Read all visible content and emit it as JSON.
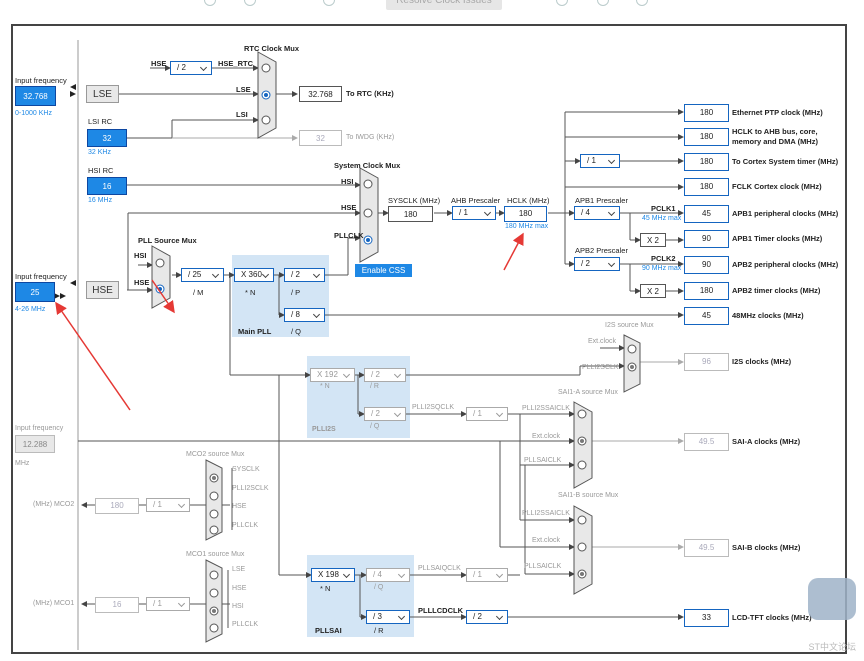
{
  "toolbar": {
    "resolve_label": "Resolve Clock Issues"
  },
  "inputs": {
    "lse_label": "Input frequency",
    "lse_value": "32.768",
    "lse_range": "0-1000 KHz",
    "lsi_label": "LSI RC",
    "lsi_value": "32",
    "lsi_unit": "32 KHz",
    "hsi_label": "HSI RC",
    "hsi_value": "16",
    "hsi_unit": "16 MHz",
    "hse_label": "Input frequency",
    "hse_value": "25",
    "hse_range": "4-26 MHz",
    "i2s_label": "Input frequency",
    "i2s_value": "12.288",
    "i2s_unit": "MHz"
  },
  "oscillators": {
    "lse": "LSE",
    "hse": "HSE"
  },
  "rtc": {
    "title": "RTC Clock Mux",
    "hse_div_label": "HSE",
    "hse_div": "/ 2",
    "hse_rtc": "HSE_RTC",
    "lse": "LSE",
    "lsi": "LSI",
    "rtc_value": "32.768",
    "rtc_label": "To RTC (KHz)",
    "iwdg_value": "32",
    "iwdg_label": "To IWDG (KHz)"
  },
  "sysmux": {
    "title": "System Clock Mux",
    "hsi": "HSI",
    "hse": "HSE",
    "pllclk": "PLLCLK",
    "enable_css": "Enable CSS",
    "sysclk_label": "SYSCLK (MHz)",
    "sysclk_value": "180",
    "ahb_label": "AHB Prescaler",
    "ahb_div": "/ 1",
    "hclk_label": "HCLK (MHz)",
    "hclk_value": "180",
    "hclk_max": "180 MHz max"
  },
  "pllmux": {
    "title": "PLL Source Mux",
    "hsi": "HSI",
    "hse": "HSE",
    "m_div": "/ 25",
    "m_label": "/ M"
  },
  "main_pll": {
    "title": "Main PLL",
    "n_mul": "X 360",
    "n_label": "* N",
    "p_div": "/ 2",
    "p_label": "/ P",
    "q_div": "/ 8",
    "q_label": "/ Q"
  },
  "apb": {
    "apb1_label": "APB1 Prescaler",
    "apb1_div": "/ 4",
    "pclk1": "PCLK1",
    "pclk1_max": "45 MHz max",
    "apb2_label": "APB2 Prescaler",
    "apb2_div": "/ 2",
    "pclk2": "PCLK2",
    "pclk2_max": "90 MHz max",
    "x2_1": "X 2",
    "x2_2": "X 2",
    "cortex_div": "/ 1"
  },
  "outputs": [
    {
      "value": "180",
      "label": "Ethernet PTP clock (MHz)"
    },
    {
      "value": "180",
      "label": "HCLK to AHB bus, core, memory and DMA (MHz)"
    },
    {
      "value": "180",
      "label": "To Cortex System timer (MHz)"
    },
    {
      "value": "180",
      "label": "FCLK Cortex clock (MHz)"
    },
    {
      "value": "45",
      "label": "APB1 peripheral clocks (MHz)"
    },
    {
      "value": "90",
      "label": "APB1 Timer clocks (MHz)"
    },
    {
      "value": "90",
      "label": "APB2 peripheral clocks (MHz)"
    },
    {
      "value": "180",
      "label": "APB2 timer clocks (MHz)"
    },
    {
      "value": "45",
      "label": "48MHz clocks (MHz)"
    },
    {
      "value": "96",
      "label": "I2S clocks (MHz)"
    },
    {
      "value": "49.5",
      "label": "SAI-A clocks (MHz)"
    },
    {
      "value": "49.5",
      "label": "SAI-B clocks (MHz)"
    },
    {
      "value": "33",
      "label": "LCD-TFT clocks (MHz)"
    }
  ],
  "plli2s": {
    "title": "PLLI2S",
    "n_mul": "X 192",
    "n_label": "* N",
    "r_div": "/ 2",
    "r_label": "/ R",
    "q_div": "/ 2",
    "q_label": "/ Q",
    "plli2sqclk": "PLLI2SQCLK",
    "q2_div": "/ 1"
  },
  "i2s_mux": {
    "title": "I2S source Mux",
    "ext": "Ext.clock",
    "plli2sclk": "PLLI2SCLK"
  },
  "saia_mux": {
    "title": "SAI1-A source Mux",
    "plli2ssaiclk": "PLLI2SSAICLK",
    "ext": "Ext.clock",
    "pllsaiclk": "PLLSAICLK"
  },
  "saib_mux": {
    "title": "SAI1-B source Mux",
    "plli2ssaiclk": "PLLI2SSAICLK",
    "ext": "Ext.clock",
    "pllsaiclk": "PLLSAICLK"
  },
  "pllsai": {
    "title": "PLLSAI",
    "n_mul": "X 198",
    "n_label": "* N",
    "q_div": "/ 4",
    "q_label": "/ Q",
    "r_div": "/ 3",
    "r_label": "/ R",
    "pllsaiqclk": "PLLSAIQCLK",
    "q2_div": "/ 1",
    "pllcdclk": "PLLLCDCLK",
    "lcd_div": "/ 2"
  },
  "mco2": {
    "title": "MCO2 source Mux",
    "sysclk": "SYSCLK",
    "plli2sclk": "PLLI2SCLK",
    "hse": "HSE",
    "pllclk": "PLLCLK",
    "label": "(MHz) MCO2",
    "value": "180",
    "div": "/ 1"
  },
  "mco1": {
    "title": "MCO1 source Mux",
    "lse": "LSE",
    "hse": "HSE",
    "hsi": "HSI",
    "pllclk": "PLLCLK",
    "label": "(MHz) MCO1",
    "value": "16",
    "div": "/ 1"
  },
  "watermark": "ST中文论坛",
  "colors": {
    "accent": "#1e88e5",
    "pll_bg": "#d3e5f5",
    "arrow": "#e53935"
  }
}
